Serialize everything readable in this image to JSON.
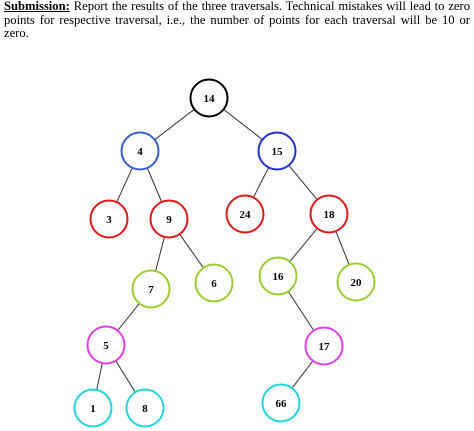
{
  "submission": {
    "label": "Submission:",
    "text": " Report the results of the three traversals. Technical mistakes will lead to zero points for respective traversal, i.e., the number of points for each traversal will be 10 or zero."
  },
  "tree": {
    "nodes": [
      {
        "id": "n14",
        "label": "14",
        "color": "#000000"
      },
      {
        "id": "n4",
        "label": "4",
        "color": "#3a5fcd"
      },
      {
        "id": "n15",
        "label": "15",
        "color": "#2233cc"
      },
      {
        "id": "n3",
        "label": "3",
        "color": "#dd1a1a"
      },
      {
        "id": "n9",
        "label": "9",
        "color": "#dd1a1a"
      },
      {
        "id": "n24",
        "label": "24",
        "color": "#dd1a1a"
      },
      {
        "id": "n18",
        "label": "18",
        "color": "#dd1a1a"
      },
      {
        "id": "n7",
        "label": "7",
        "color": "#9acd32"
      },
      {
        "id": "n6",
        "label": "6",
        "color": "#9acd32"
      },
      {
        "id": "n16",
        "label": "16",
        "color": "#9acd32"
      },
      {
        "id": "n20",
        "label": "20",
        "color": "#9acd32"
      },
      {
        "id": "n5",
        "label": "5",
        "color": "#e040e0"
      },
      {
        "id": "n17",
        "label": "17",
        "color": "#e040e0"
      },
      {
        "id": "n1",
        "label": "1",
        "color": "#22d3e0"
      },
      {
        "id": "n8",
        "label": "8",
        "color": "#22d3e0"
      },
      {
        "id": "n66",
        "label": "66",
        "color": "#22d3e0"
      }
    ],
    "edges": [
      [
        "n14",
        "n4"
      ],
      [
        "n14",
        "n15"
      ],
      [
        "n4",
        "n3"
      ],
      [
        "n4",
        "n9"
      ],
      [
        "n15",
        "n24"
      ],
      [
        "n15",
        "n18"
      ],
      [
        "n9",
        "n7"
      ],
      [
        "n9",
        "n6"
      ],
      [
        "n18",
        "n16"
      ],
      [
        "n18",
        "n20"
      ],
      [
        "n7",
        "n5"
      ],
      [
        "n16",
        "n17"
      ],
      [
        "n5",
        "n1"
      ],
      [
        "n5",
        "n8"
      ],
      [
        "n17",
        "n66"
      ]
    ]
  }
}
